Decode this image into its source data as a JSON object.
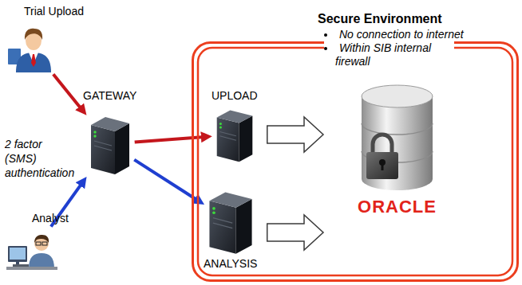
{
  "diagram": {
    "nodes": [
      {
        "text": [
          "Trial Upload"
        ]
      },
      {
        "text": [
          "Secure Environment",
          "No connection to internet",
          "Within SIB internal firewall"
        ]
      },
      {
        "text": [
          "GATEWAY"
        ]
      },
      {
        "text": [
          "UPLOAD"
        ],
        "in": 1
      },
      {
        "text": [
          "ANALYSIS"
        ],
        "in": 1
      },
      {
        "text": [
          "ORACLE"
        ],
        "in": 1
      },
      {
        "text": [
          "Analyst"
        ]
      }
    ],
    "edges": [
      {
        "from": 0,
        "to": 2,
        "arrow": "to"
      },
      {
        "from": 2,
        "to": 3,
        "arrow": "to"
      },
      {
        "from": 6,
        "to": 2,
        "arrow": "to",
        "label": "2 factor (SMS) authentication"
      },
      {
        "from": 2,
        "to": 4,
        "arrow": "to"
      },
      {
        "from": 3,
        "to": 5,
        "arrow": "to"
      },
      {
        "from": 4,
        "to": 5,
        "arrow": "to"
      }
    ]
  }
}
